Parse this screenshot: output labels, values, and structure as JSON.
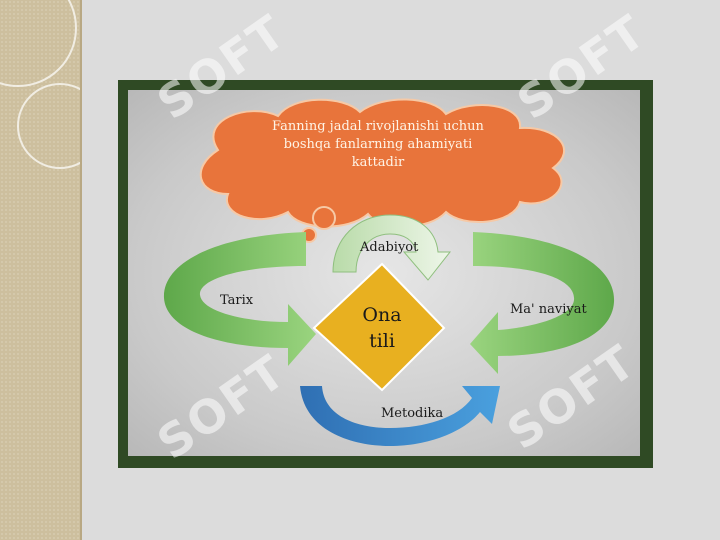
{
  "diagram": {
    "cloud_text": "Fanning jadal rivojlanishi uchun\nboshqa fanlarning ahamiyati\nkattadir",
    "center": "Ona\ntili",
    "arrows": {
      "top": "Adabiyot",
      "left": "Tarix",
      "right": "Ma' naviyat",
      "bottom": "Metodika"
    }
  },
  "watermark": {
    "text": "SOFT"
  },
  "colors": {
    "cloud": "#e8743b",
    "center": "#e8b020",
    "green_arrow": "#7cc063",
    "blue_arrow": "#3b82c4",
    "frame": "#2f4a24"
  }
}
